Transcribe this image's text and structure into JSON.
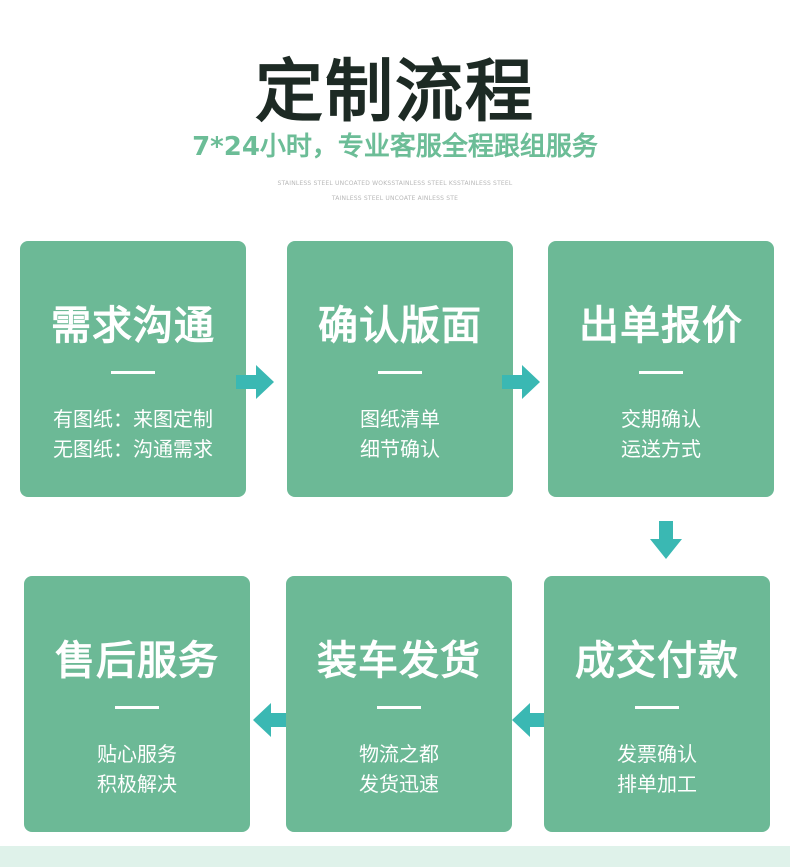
{
  "header": {
    "title": "定制流程",
    "subtitle": "7*24小时，专业客服全程跟组服务",
    "fine_line_1": "STAINLESS STEEL UNCOATED WOKSSTAINLESS STEEL KSSTAINLESS STEEL",
    "fine_line_2": "TAINLESS STEEL UNCOATE AINLESS STE"
  },
  "steps": [
    {
      "title": "需求沟通",
      "line1": "有图纸：来图定制",
      "line2": "无图纸：沟通需求"
    },
    {
      "title": "确认版面",
      "line1": "图纸清单",
      "line2": "细节确认"
    },
    {
      "title": "出单报价",
      "line1": "交期确认",
      "line2": "运送方式"
    },
    {
      "title": "成交付款",
      "line1": "发票确认",
      "line2": "排单加工"
    },
    {
      "title": "装车发货",
      "line1": "物流之都",
      "line2": "发货迅速"
    },
    {
      "title": "售后服务",
      "line1": "贴心服务",
      "line2": "积极解决"
    }
  ],
  "colors": {
    "card": "#6cb996",
    "arrow": "#3ab8b3",
    "title": "#1d2a24",
    "subtitle": "#6cbd97"
  },
  "icons": {
    "arrow_right": "arrow-right-icon",
    "arrow_down": "arrow-down-icon",
    "arrow_left": "arrow-left-icon"
  }
}
